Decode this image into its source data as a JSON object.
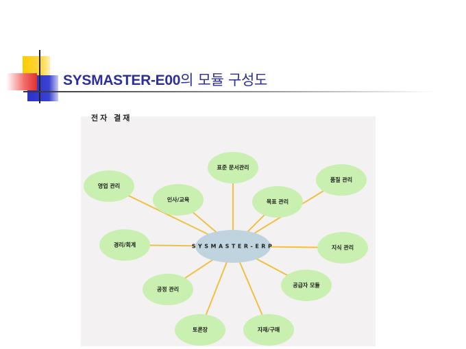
{
  "slide": {
    "title_latin": "SYSMASTER-E00",
    "title_korean": "의 모듈 구성도",
    "subtitle": "전자 결재"
  },
  "diagram": {
    "center": "SYSMASTER-ERP",
    "modules": [
      "표준 문서관리",
      "품질 관리",
      "영업 관리",
      "인사/교육",
      "목표 관리",
      "경리/회계",
      "지식 관리",
      "공급자 모듈",
      "공정  관리",
      "토론장",
      "자재/구매"
    ],
    "colors": {
      "node": "#c9f0b0",
      "center": "#c0d4e0",
      "line": "#f0c040"
    }
  }
}
